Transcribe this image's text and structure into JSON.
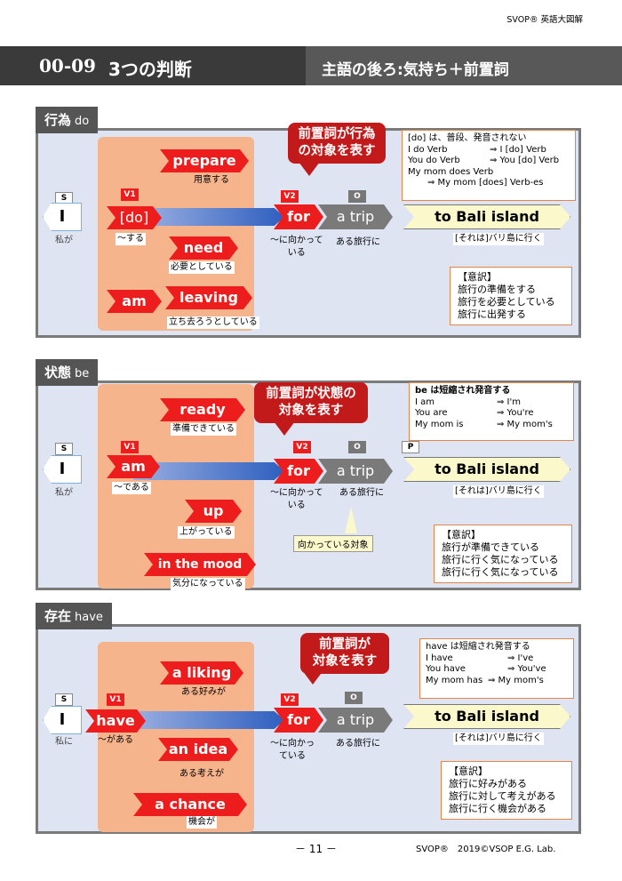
{
  "header": {
    "brand": "SVOP® 英語大図解"
  },
  "banner": {
    "code": "00-09",
    "title": "3つの判断",
    "right": "主語の後ろ:気持ち＋前置詞"
  },
  "sections": [
    {
      "tag": "行為",
      "tag_en": "do",
      "labels": {
        "s": "S",
        "v1": "V1",
        "v2": "V2",
        "o": "O"
      },
      "subject": "I",
      "subject_jp": "私が",
      "verb": "[do]",
      "verb_jp": "〜する",
      "options": [
        {
          "word": "prepare",
          "jp": "用意する"
        },
        {
          "word": "need",
          "jp": "必要としている"
        },
        {
          "word": "leaving",
          "jp": "立ち去ろうとしている"
        }
      ],
      "am": "am",
      "prep": "for",
      "prep_jp": "〜に向かって\nいる",
      "obj": "a trip",
      "obj_jp": "ある旅行に",
      "dest": "to Bali island",
      "dest_jp": "[それは]バリ島に行く",
      "callout": "前置詞が行為\nの対象を表す",
      "note_title": "[do] は、普段、発音されない",
      "note_rows": [
        [
          "I do Verb",
          "⇒ I [do] Verb"
        ],
        [
          "You do Verb",
          "⇒ You [do] Verb"
        ],
        [
          "My mom does Verb",
          ""
        ],
        [
          "",
          "⇒ My mom [does] Verb-es"
        ]
      ],
      "meaning_title": "【意訳】",
      "meaning": [
        "旅行の準備をする",
        "旅行を必要としている",
        "旅行に出発する"
      ]
    },
    {
      "tag": "状態",
      "tag_en": "be",
      "labels": {
        "s": "S",
        "v1": "V1",
        "v2": "V2",
        "o": "O",
        "p": "P"
      },
      "subject": "I",
      "subject_jp": "私が",
      "verb": "am",
      "verb_jp": "〜である",
      "options": [
        {
          "word": "ready",
          "jp": "準備できている"
        },
        {
          "word": "up",
          "jp": "上がっている"
        },
        {
          "word": "in the mood",
          "jp": "気分になっている"
        }
      ],
      "prep": "for",
      "prep_jp": "〜に向かって\nいる",
      "obj": "a trip",
      "obj_jp": "ある旅行に",
      "dest": "to Bali island",
      "dest_jp": "[それは]バリ島に行く",
      "callout": "前置詞が状態の\n対象を表す",
      "target_note": "向かっている対象",
      "note_title": "be は短縮され発音する",
      "note_rows": [
        [
          "I am",
          "⇒ I'm"
        ],
        [
          "You are",
          "⇒ You're"
        ],
        [
          "My mom is",
          "⇒ My mom's"
        ]
      ],
      "meaning_title": "【意訳】",
      "meaning": [
        "旅行が準備できている",
        "旅行に行く気になっている",
        "旅行に行く気になっている"
      ]
    },
    {
      "tag": "存在",
      "tag_en": "have",
      "labels": {
        "s": "S",
        "v1": "V1",
        "v2": "V2",
        "o": "O"
      },
      "subject": "I",
      "subject_jp": "私に",
      "verb": "have",
      "verb_jp": "〜がある",
      "options": [
        {
          "word": "a liking",
          "jp": "ある好みが"
        },
        {
          "word": "an idea",
          "jp": "ある考えが"
        },
        {
          "word": "a chance",
          "jp": "機会が"
        }
      ],
      "prep": "for",
      "prep_jp": "〜に向かっ\nている",
      "obj": "a trip",
      "obj_jp": "ある旅行に",
      "dest": "to Bali island",
      "dest_jp": "[それは]バリ島に行く",
      "callout": "前置詞が\n対象を表す",
      "note_title": "have は短縮され発音する",
      "note_rows": [
        [
          "I have",
          "⇒ I've"
        ],
        [
          "You have",
          "⇒ You've"
        ],
        [
          "My mom  has",
          "⇒ My mom's"
        ]
      ],
      "meaning_title": "【意訳】",
      "meaning": [
        "旅行に好みがある",
        "旅行に対して考えがある",
        "旅行に行く機会がある"
      ]
    }
  ],
  "footer": {
    "page": "－ 11 －",
    "copyright": "SVOP®　2019©VSOP E.G. Lab."
  }
}
